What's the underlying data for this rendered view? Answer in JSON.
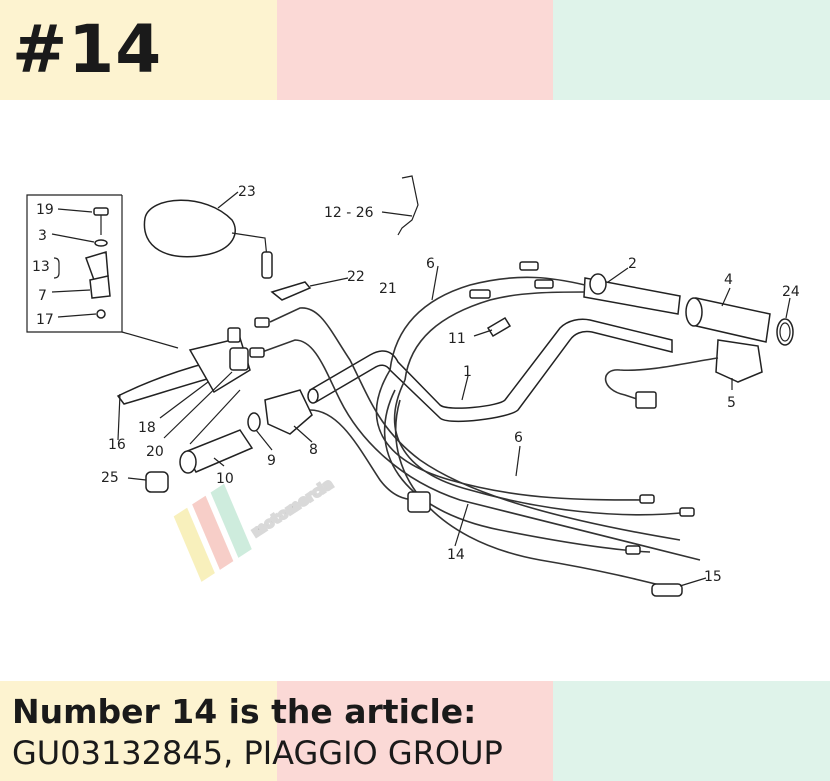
{
  "badge": "#14",
  "caption": {
    "line1": "Number 14 is the article:",
    "line2": "GU03132845, PIAGGIO GROUP"
  },
  "watermark": "motomercia",
  "colors": {
    "cream": "#fdf3d0",
    "pink": "#fbd9d6",
    "mint": "#dff3ea",
    "ink": "#1a1a1a"
  },
  "diagram": {
    "callouts": [
      "19",
      "3",
      "13",
      "7",
      "17",
      "23",
      "12 - 26",
      "6",
      "2",
      "4",
      "24",
      "22",
      "21",
      "11",
      "1",
      "5",
      "18",
      "16",
      "20",
      "9",
      "8",
      "10",
      "25",
      "6",
      "14",
      "15"
    ]
  }
}
